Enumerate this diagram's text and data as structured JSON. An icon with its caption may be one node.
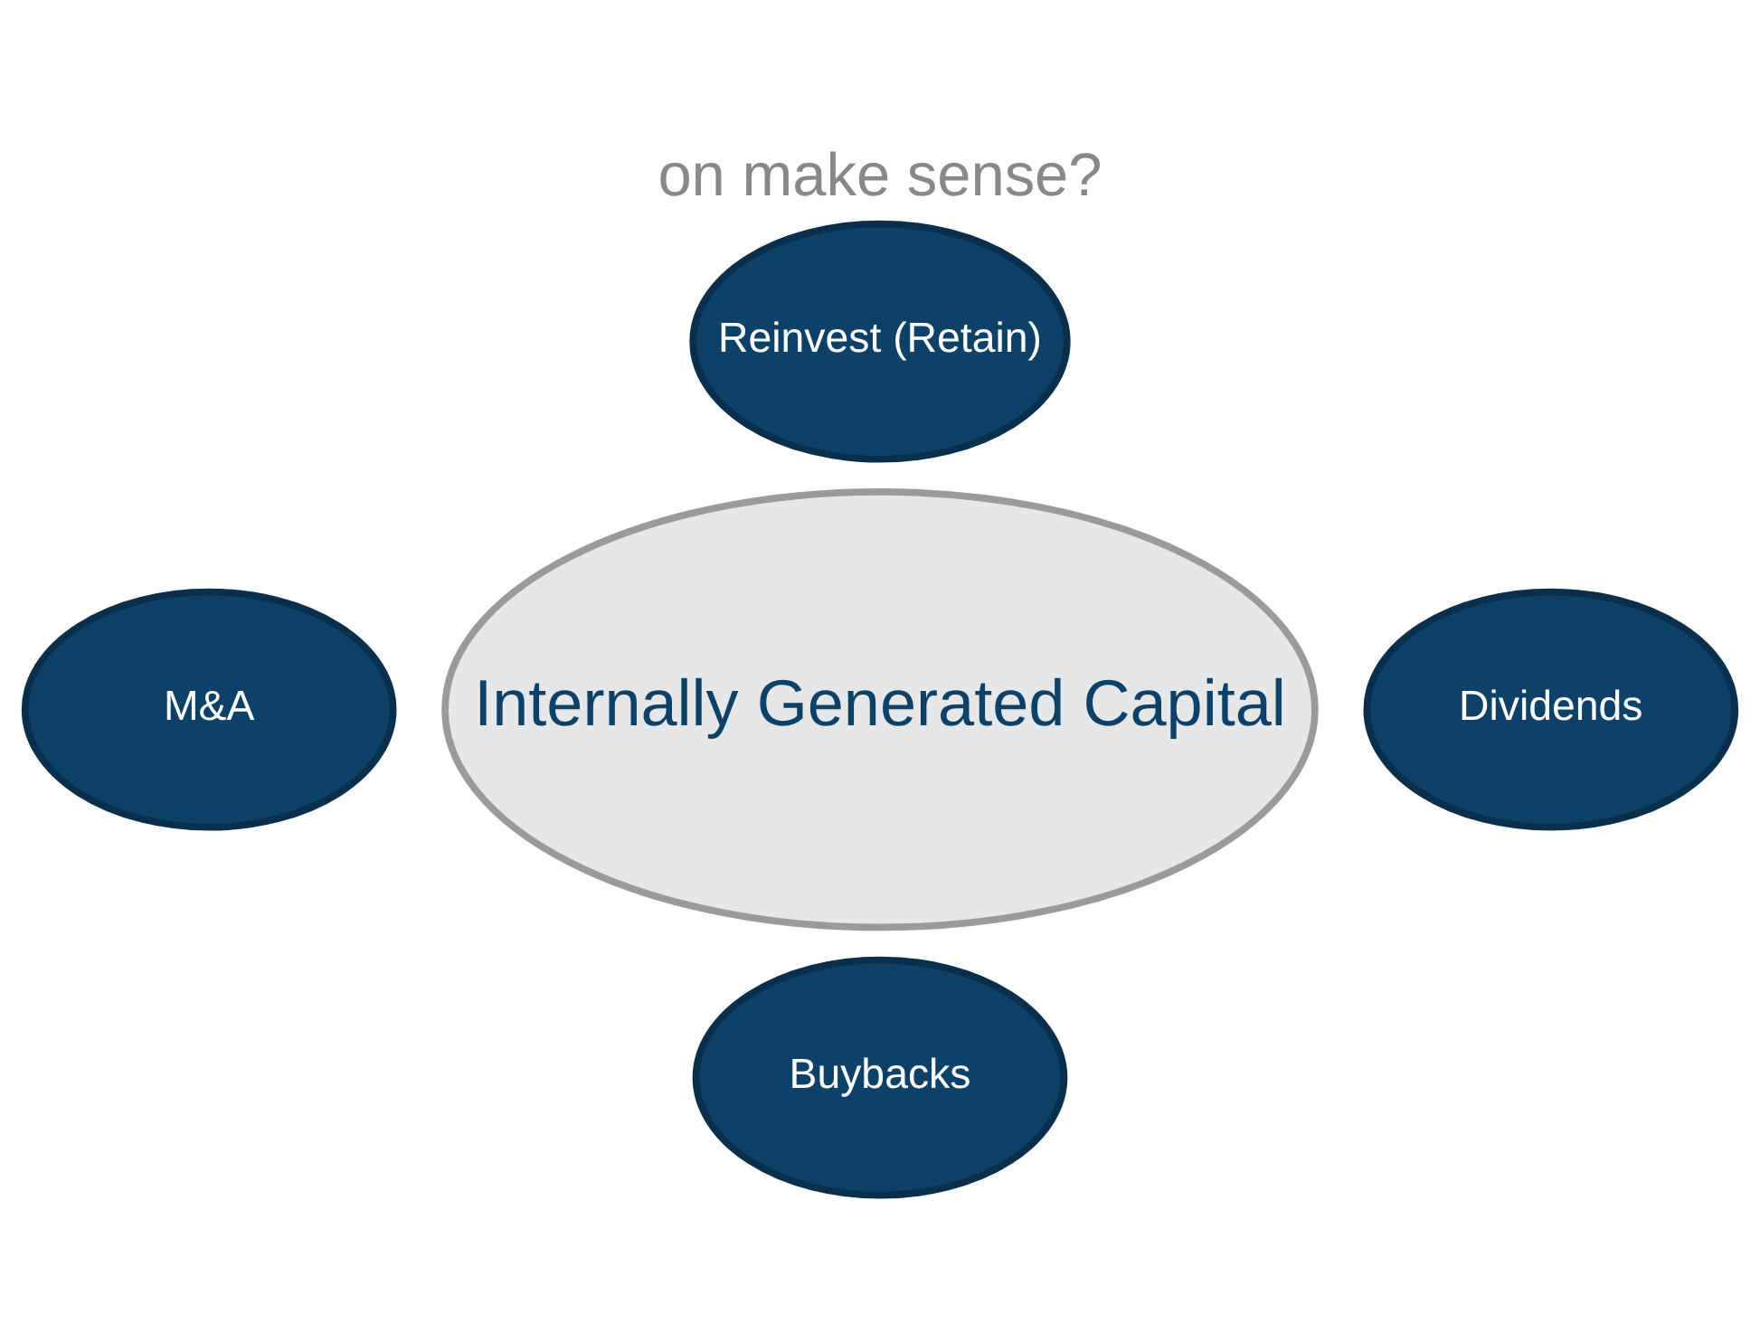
{
  "diagram": {
    "title": "on make sense?",
    "nodes": [
      {
        "text": [
          "Internally Generated Capital"
        ]
      },
      {
        "text": [
          "Reinvest (Retain)"
        ]
      },
      {
        "text": [
          "M&A"
        ]
      },
      {
        "text": [
          "Dividends"
        ]
      },
      {
        "text": [
          "Buybacks"
        ]
      }
    ],
    "edges": []
  }
}
